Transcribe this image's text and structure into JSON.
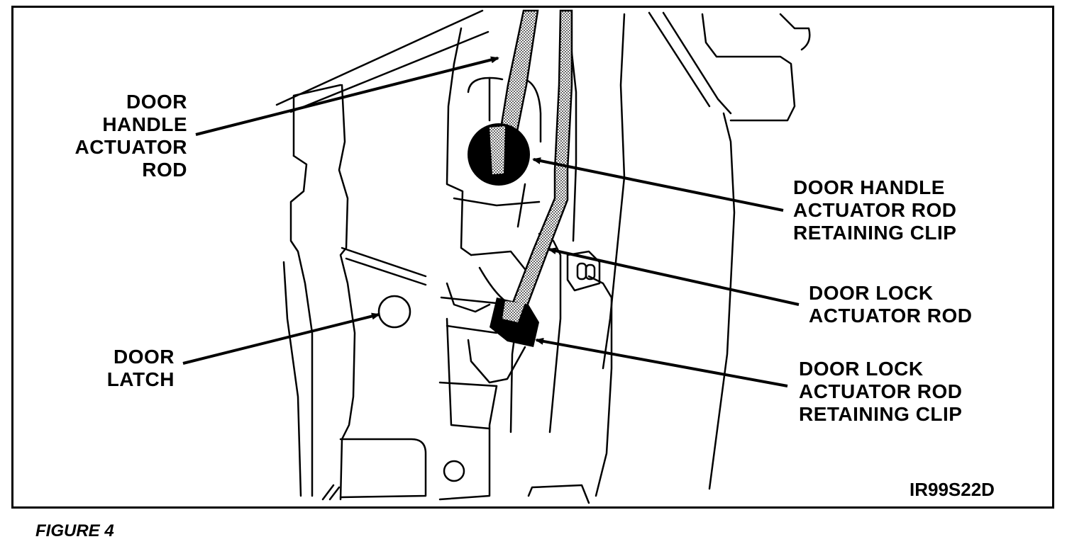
{
  "figure": {
    "caption": "FIGURE 4",
    "code": "IR99S22D"
  },
  "labels": {
    "door_handle_actuator_rod": [
      "DOOR",
      "HANDLE",
      "ACTUATOR",
      "ROD"
    ],
    "door_latch": [
      "DOOR",
      "LATCH"
    ],
    "door_handle_actuator_rod_retaining_clip": [
      "DOOR HANDLE",
      "ACTUATOR ROD",
      "RETAINING CLIP"
    ],
    "door_lock_actuator_rod": [
      "DOOR LOCK",
      "ACTUATOR ROD"
    ],
    "door_lock_actuator_rod_retaining_clip": [
      "DOOR LOCK",
      "ACTUATOR ROD",
      "RETAINING CLIP"
    ]
  }
}
